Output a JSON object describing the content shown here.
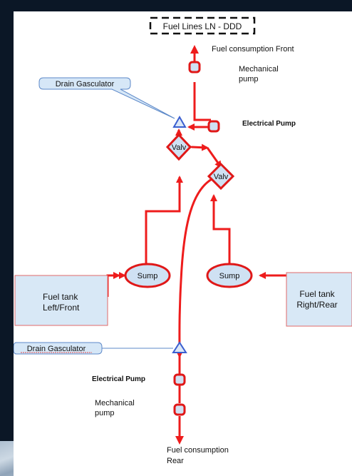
{
  "title": "Fuel Lines LN - DDD",
  "labels": {
    "fuel_consumption_front": "Fuel consumption Front",
    "mechanical_pump_top_1": "Mechanical",
    "mechanical_pump_top_2": "pump",
    "electrical_pump_top": "Electrical Pump",
    "drain_gasculator_top": "Drain Gasculator",
    "valve_left": "Valv",
    "valve_right": "Valv",
    "sump_left": "Sump",
    "sump_right": "Sump",
    "tank_left_1": "Fuel tank",
    "tank_left_2": "Left/Front",
    "tank_right_1": "Fuel tank",
    "tank_right_2": "Right/Rear",
    "drain_gasculator_bottom": "Drain Gasculator",
    "electrical_pump_bottom": "Electrical Pump",
    "mechanical_pump_bottom_1": "Mechanical",
    "mechanical_pump_bottom_2": "pump",
    "fuel_consumption_rear_1": "Fuel consumption",
    "fuel_consumption_rear_2": "Rear"
  },
  "colors": {
    "line": "#ee1c1c",
    "node_fill": "#cfe1f3",
    "node_stroke": "#e01818",
    "triangle": "#3a5fd0",
    "callout_fill": "#d6e7f7",
    "callout_stroke": "#5c88c8",
    "tank_fill": "#d8e8f6",
    "tank_stroke": "#e06a6a"
  }
}
